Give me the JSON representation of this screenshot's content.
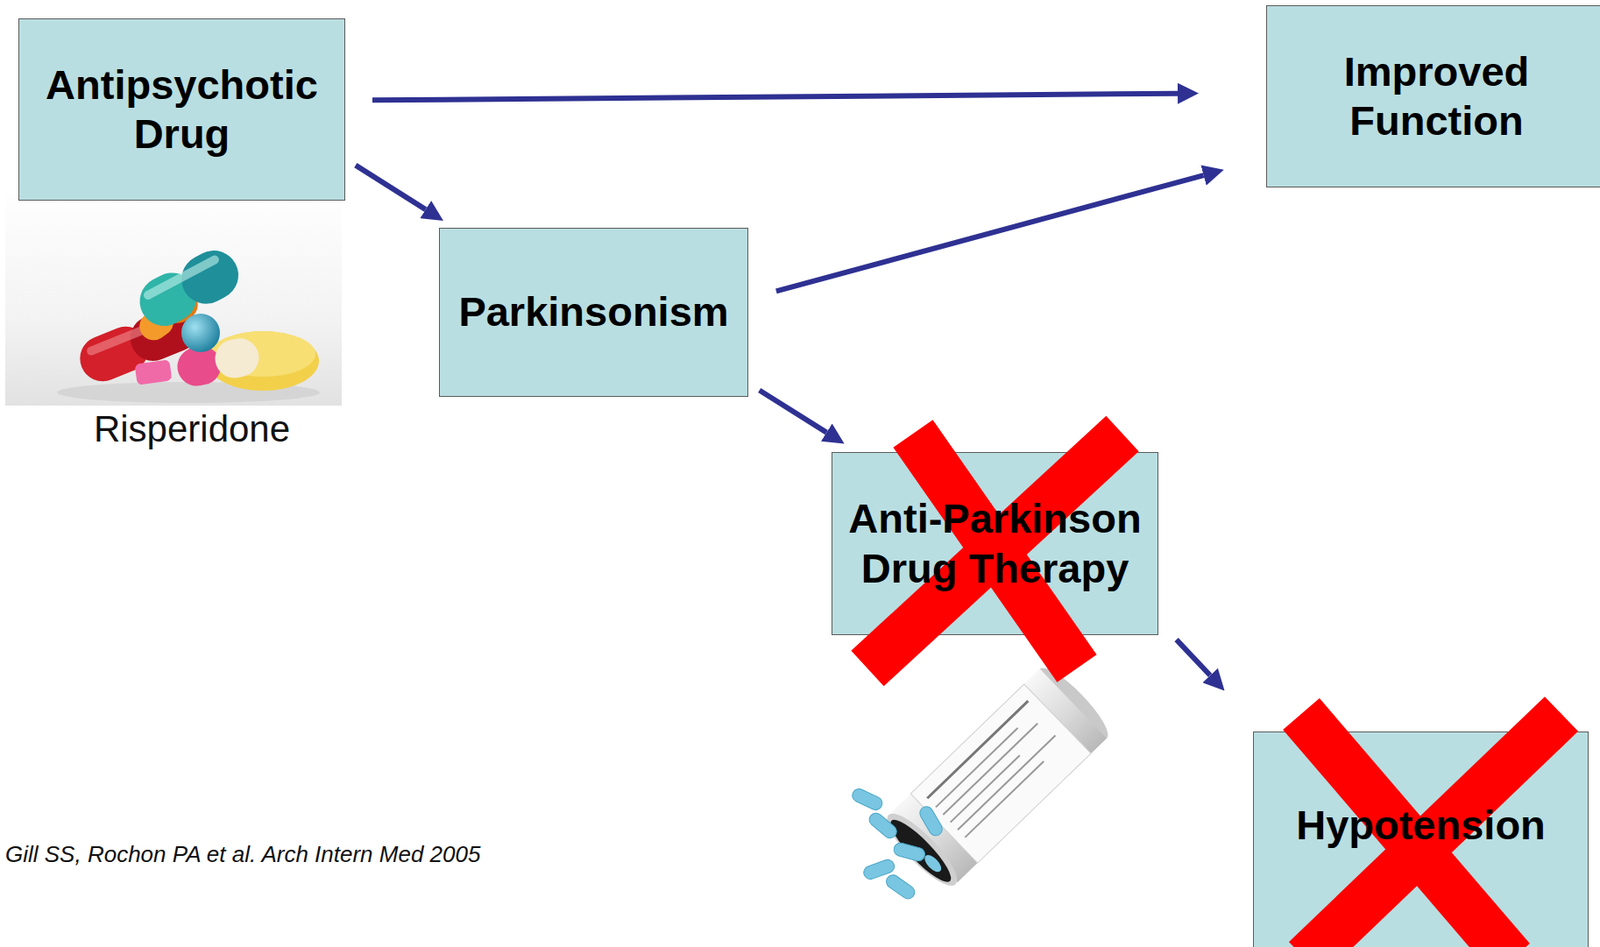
{
  "diagram": {
    "nodes": [
      {
        "text": [
          "Antipsychotic Drug"
        ]
      },
      {
        "text": [
          "Improved Function"
        ]
      },
      {
        "text": [
          "Parkinsonism"
        ]
      },
      {
        "text": [
          "Anti-Parkinson Drug Therapy"
        ]
      },
      {
        "text": [
          "Hypotension"
        ]
      }
    ],
    "edges": [
      {
        "from": 0,
        "to": 1,
        "arrow": "to"
      },
      {
        "from": 0,
        "to": 2,
        "arrow": "to"
      },
      {
        "from": 2,
        "to": 1,
        "arrow": "to"
      },
      {
        "from": 2,
        "to": 3,
        "arrow": "to"
      },
      {
        "from": 3,
        "to": 4,
        "arrow": "to"
      }
    ],
    "labels": [
      "Risperidone",
      "Gill SS, Rochon PA et al. Arch Intern Med 2005"
    ]
  }
}
